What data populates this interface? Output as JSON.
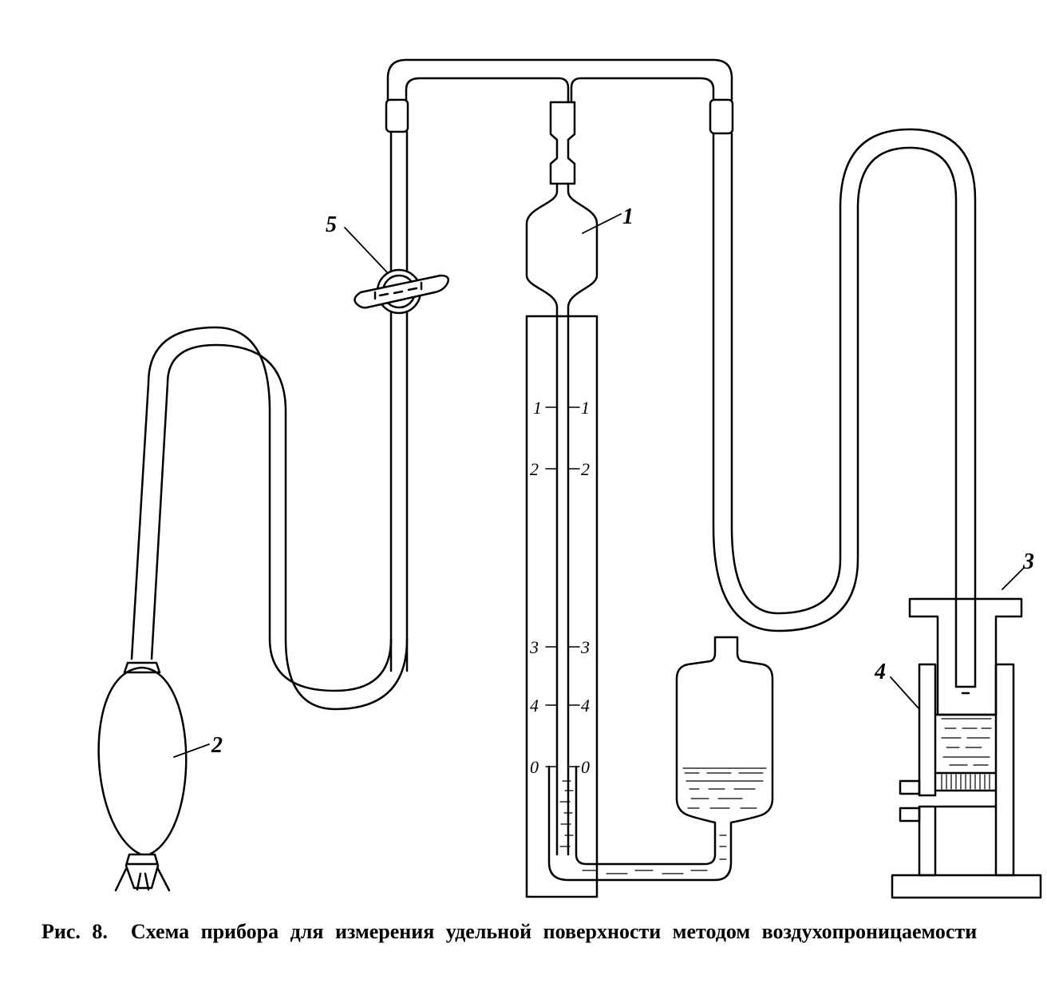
{
  "labels": {
    "manometer": "1",
    "bulb": "2",
    "lid": "3",
    "sleeve": "4",
    "stopcock": "5"
  },
  "scale_marks": [
    "1",
    "2",
    "3",
    "4",
    "0"
  ],
  "caption": {
    "prefix": "Рис. 8.",
    "text": "Схема прибора для измерения удельной поверхности методом воздухопроницаемости"
  }
}
